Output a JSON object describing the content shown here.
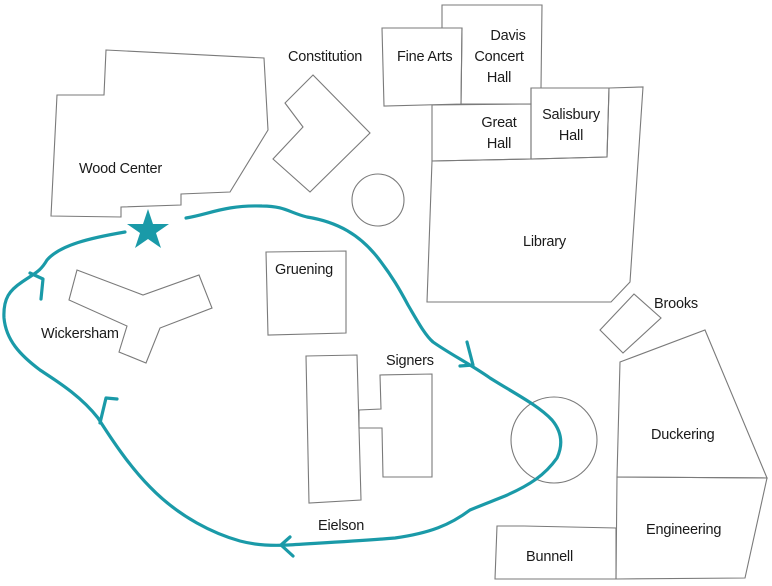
{
  "map": {
    "type": "campus walking route map",
    "route_color": "#1a9aa8",
    "building_stroke_color": "#7a7a7a",
    "start_marker": {
      "icon": "star-icon",
      "meaning": "route start point near Wood Center"
    },
    "route": {
      "direction": "clockwise",
      "description": "Loop starting at the star by Wood Center, passing Gruening, down past Signers to the circular plaza, west past Eielson, up past Wickersham and back to the star"
    },
    "buildings": [
      {
        "id": "wood-center",
        "label": "Wood Center"
      },
      {
        "id": "constitution",
        "label": "Constitution"
      },
      {
        "id": "fine-arts",
        "label": "Fine Arts"
      },
      {
        "id": "davis-concert-hall",
        "label": "Davis Concert Hall",
        "lines": [
          "Davis",
          "Concert",
          "Hall"
        ]
      },
      {
        "id": "great-hall",
        "label": "Great Hall",
        "lines": [
          "Great",
          "Hall"
        ]
      },
      {
        "id": "salisbury-hall",
        "label": "Salisbury Hall",
        "lines": [
          "Salisbury",
          "Hall"
        ]
      },
      {
        "id": "library",
        "label": "Library"
      },
      {
        "id": "brooks",
        "label": "Brooks"
      },
      {
        "id": "gruening",
        "label": "Gruening"
      },
      {
        "id": "wickersham",
        "label": "Wickersham"
      },
      {
        "id": "signers",
        "label": "Signers"
      },
      {
        "id": "eielson",
        "label": "Eielson"
      },
      {
        "id": "duckering",
        "label": "Duckering"
      },
      {
        "id": "engineering",
        "label": "Engineering"
      },
      {
        "id": "bunnell",
        "label": "Bunnell"
      }
    ]
  }
}
